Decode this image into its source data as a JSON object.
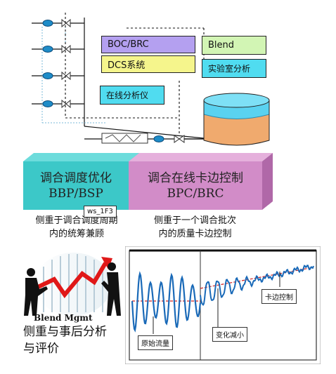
{
  "top_diagram": {
    "boxes": {
      "boc_brc": "BOC/BRC",
      "dcs": "DCS系统",
      "blend": "Blend",
      "lab": "实验室分析",
      "online": "在线分析仪"
    },
    "colors": {
      "boc_brc": "#b4a0f0",
      "dcs": "#f5f58c",
      "blend": "#d2f5b4",
      "lab": "#50dcf0",
      "online": "#50dcf0",
      "tank_top": "#5ad2f0",
      "tank_bottom": "#f0aa6e",
      "valve": "#1e8cc8"
    }
  },
  "banners": {
    "left": {
      "line1": "调合调度优化",
      "line2": "BBP/BSP",
      "color": "#3cc8c8"
    },
    "right": {
      "line1": "调合在线卡边控制",
      "line2": "BPC/BRC",
      "color": "#d28cc8"
    }
  },
  "descriptions": {
    "left": {
      "line1": "侧重于调合调度周期",
      "line2": "内的统筹兼顾"
    },
    "right": {
      "line1": "侧重于一个调合批次",
      "line2": "内的质量卡边控制"
    }
  },
  "tooltip": "ws_1F3",
  "blend_mgmt": {
    "title": "Blend Mgmt",
    "line1": "侧重与事后分析",
    "line2": "与评价"
  },
  "trend_chart": {
    "annotations": {
      "raw_flow": "原始流量",
      "variance_reduce": "变化减小",
      "edge_control": "卡边控制"
    }
  }
}
